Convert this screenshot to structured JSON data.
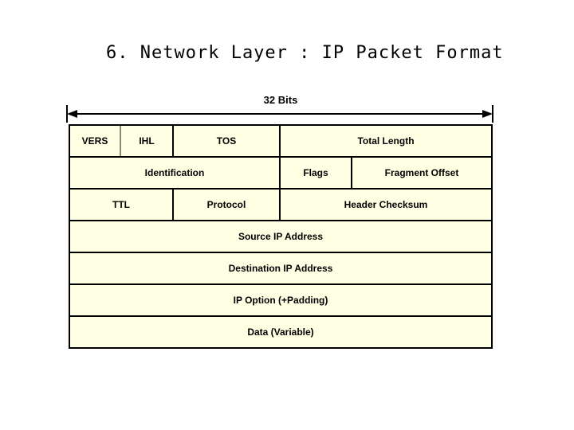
{
  "slide": {
    "title": "6. Network Layer : IP Packet Format"
  },
  "diagram": {
    "bits_label": "32 Bits",
    "rows": [
      {
        "cells": [
          "VERS",
          "IHL",
          "TOS",
          "Total Length"
        ]
      },
      {
        "cells": [
          "Identification",
          "Flags",
          "Fragment Offset"
        ]
      },
      {
        "cells": [
          "TTL",
          "Protocol",
          "Header Checksum"
        ]
      },
      {
        "cells": [
          "Source IP Address"
        ]
      },
      {
        "cells": [
          "Destination IP Address"
        ]
      },
      {
        "cells": [
          "IP Option (+Padding)"
        ]
      },
      {
        "cells": [
          "Data (Variable)"
        ]
      }
    ]
  },
  "colors": {
    "background": "#FFFFFF",
    "text": "#000000",
    "line": "#000000",
    "cell_fill": "#FFFFE4",
    "vers_divider": "#8A8A6E"
  }
}
